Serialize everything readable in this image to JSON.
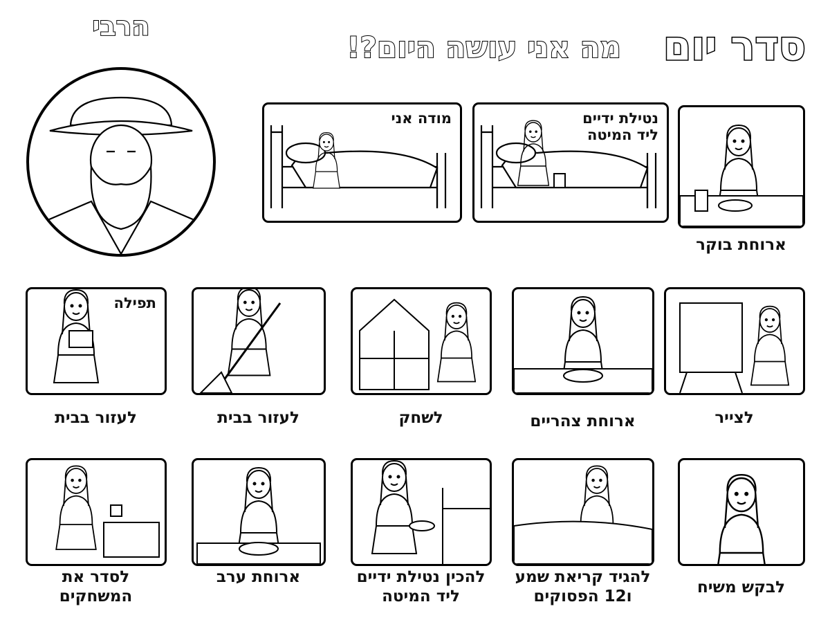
{
  "header": {
    "title": "סדר יום",
    "subtitle": "מה אני עושה היום?!"
  },
  "rebbe": {
    "label": "הרבי"
  },
  "row1": [
    {
      "label": "מודה אני"
    },
    {
      "label": "נטילת ידיים ליד המיטה"
    },
    {
      "label": "ארוחת בוקר"
    }
  ],
  "row2": [
    {
      "inner_label": "תפילה",
      "label": "לעזור בבית"
    },
    {
      "label": "לעזור בבית"
    },
    {
      "label": "לשחק"
    },
    {
      "label": "ארוחת צהריים"
    },
    {
      "label": "לצייר"
    }
  ],
  "row3": [
    {
      "label": "לסדר את המשחקים"
    },
    {
      "label": "ארוחת ערב"
    },
    {
      "label": "להכין נטילת ידיים ליד המיטה"
    },
    {
      "label": "להגיד קריאת שמע ו12 הפסוקים"
    },
    {
      "label": "לבקש משיח"
    }
  ]
}
